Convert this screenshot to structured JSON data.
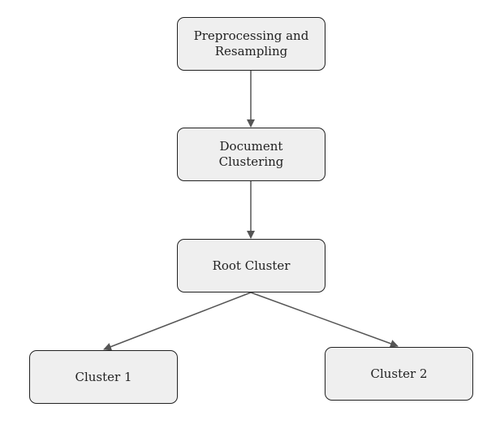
{
  "diagram": {
    "nodes": {
      "preprocessing": "Preprocessing and\nResampling",
      "document_clustering": "Document\nClustering",
      "root_cluster": "Root Cluster",
      "cluster_1": "Cluster 1",
      "cluster_2": "Cluster 2"
    },
    "edges": [
      {
        "from": "preprocessing",
        "to": "document_clustering"
      },
      {
        "from": "document_clustering",
        "to": "root_cluster"
      },
      {
        "from": "root_cluster",
        "to": "cluster_1"
      },
      {
        "from": "root_cluster",
        "to": "cluster_2"
      }
    ],
    "colors": {
      "node_fill": "#efefef",
      "node_border": "#222222",
      "edge": "#555555",
      "text": "#222222"
    }
  }
}
